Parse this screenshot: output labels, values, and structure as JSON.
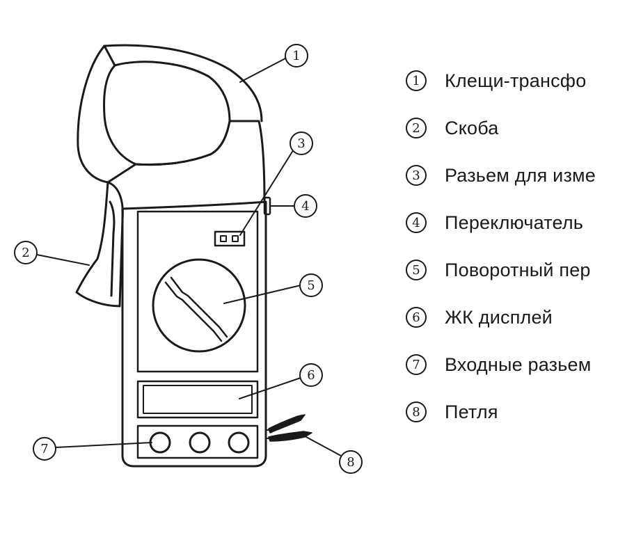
{
  "callouts": [
    {
      "number": "1",
      "label": "Клещи-трансфо"
    },
    {
      "number": "2",
      "label": "Скоба"
    },
    {
      "number": "3",
      "label": "Разьем для изме"
    },
    {
      "number": "4",
      "label": "Переключатель"
    },
    {
      "number": "5",
      "label": "Поворотный пер"
    },
    {
      "number": "6",
      "label": "ЖК дисплей"
    },
    {
      "number": "7",
      "label": "Входные разьем"
    },
    {
      "number": "8",
      "label": "Петля"
    }
  ],
  "colors": {
    "line": "#1a1a1a",
    "background": "#ffffff"
  }
}
